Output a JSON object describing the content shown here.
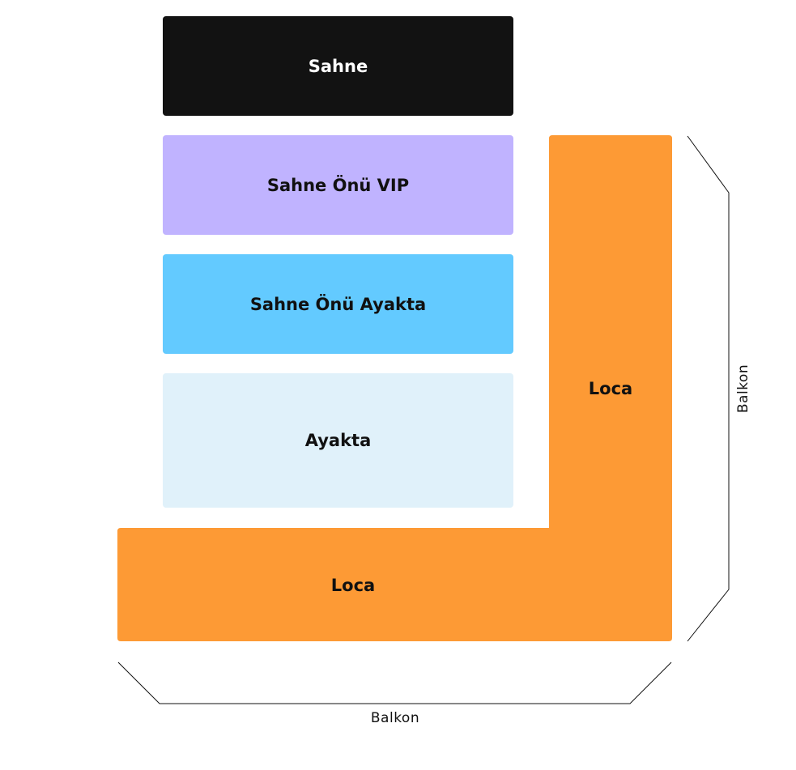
{
  "zones": {
    "stage": "Sahne",
    "vip": "Sahne Önü VIP",
    "front_standing": "Sahne Önü Ayakta",
    "standing": "Ayakta",
    "loca_right": "Loca",
    "loca_bottom": "Loca"
  },
  "balcony": {
    "bottom": "Balkon",
    "right": "Balkon"
  },
  "colors": {
    "stage": "#121212",
    "vip": "#c0b3ff",
    "front_standing": "#63caff",
    "standing": "#e0f1fa",
    "loca": "#fd9a35",
    "outline": "#111111"
  }
}
